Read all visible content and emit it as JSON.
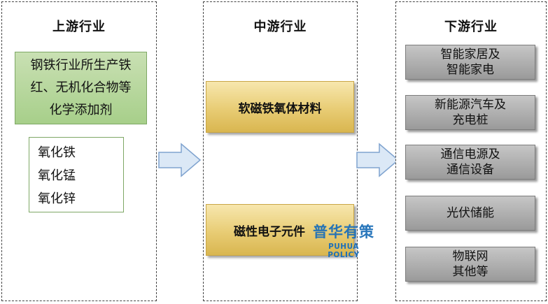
{
  "upstream": {
    "title": "上游行业",
    "source_box": {
      "lines": [
        "钢铁行业所生产铁",
        "红、无机化合物等",
        "化学添加剂"
      ]
    },
    "materials": [
      "氧化铁",
      "氧化锰",
      "氧化锌"
    ]
  },
  "midstream": {
    "title": "中游行业",
    "items": [
      "软磁铁氧体材料",
      "磁性电子元件"
    ]
  },
  "downstream": {
    "title": "下游行业",
    "items": [
      {
        "lines": [
          "智能家居及",
          "智能家电"
        ]
      },
      {
        "lines": [
          "新能源汽车及",
          "充电桩"
        ]
      },
      {
        "lines": [
          "通信电源及",
          "通信设备"
        ]
      },
      {
        "lines": [
          "光伏储能"
        ]
      },
      {
        "lines": [
          "物联网",
          "其他等"
        ]
      }
    ]
  },
  "watermark": {
    "name": "普华有策",
    "subtitle": "PUHUA POLICY"
  },
  "colors": {
    "upstream_box": "#b5d79a",
    "midstream_box": "#e8cc74",
    "downstream_box": "#a8a8a8",
    "arrow_fill": "#dbe8f6",
    "arrow_stroke": "#7fa3cf",
    "watermark": "#1d6fb8"
  }
}
